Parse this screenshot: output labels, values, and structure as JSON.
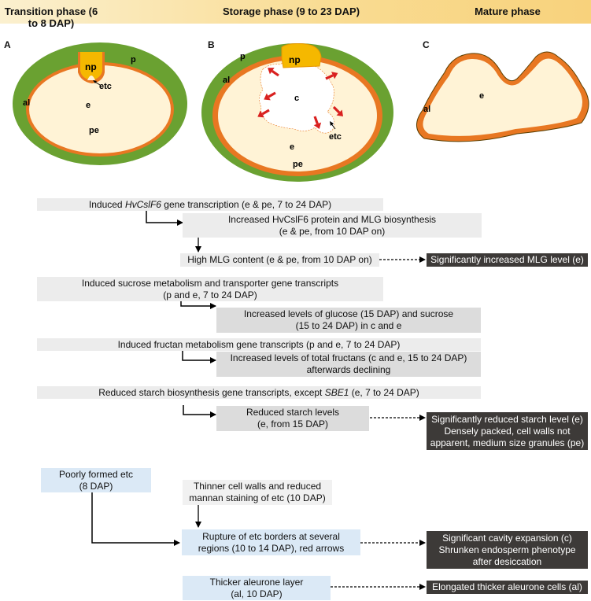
{
  "phases": [
    {
      "label": "Transition phase (6 to 8 DAP)"
    },
    {
      "label": "Storage phase (9 to 23 DAP)"
    },
    {
      "label": "Mature phase"
    }
  ],
  "panels": {
    "A": {
      "letter": "A",
      "labels": {
        "np": "np",
        "p": "p",
        "etc": "etc",
        "al": "al",
        "e": "e",
        "pe": "pe"
      }
    },
    "B": {
      "letter": "B",
      "labels": {
        "np": "np",
        "p": "p",
        "al": "al",
        "c": "c",
        "etc": "etc",
        "e": "e",
        "pe": "pe"
      }
    },
    "C": {
      "letter": "C",
      "labels": {
        "e": "e",
        "al": "al"
      }
    }
  },
  "colors": {
    "pericarp": "#6aa131",
    "aleurone": "#e87722",
    "endosperm": "#fff3d6",
    "nucellar": "#f5b800",
    "arrow": "#d9201f"
  },
  "boxes": {
    "b1_pre": "Induced ",
    "b1_em": "HvCslF6",
    "b1_post": " gene transcription (e & pe, 7 to 24 DAP)",
    "b2_l1": "Increased HvCslF6 protein and MLG biosynthesis",
    "b2_l2": "(e & pe, from 10 DAP on)",
    "b3": "High MLG content (e & pe, from 10 DAP on)",
    "r1": "Significantly increased MLG level (e)",
    "b4_l1": "Induced sucrose metabolism and transporter gene transcripts",
    "b4_l2": "(p and e, 7 to 24 DAP)",
    "b5_l1": "Increased levels of glucose (15 DAP) and sucrose",
    "b5_l2": "(15 to 24 DAP) in c and e",
    "b6": "Induced fructan metabolism gene transcripts (p and e, 7 to 24 DAP)",
    "b7_l1": "Increased levels of total fructans (c and e, 15 to 24 DAP)",
    "b7_l2": "afterwards declining",
    "b8_pre": "Reduced starch biosynthesis gene transcripts, except ",
    "b8_em": "SBE1",
    "b8_post": "  (e, 7 to 24 DAP)",
    "b9_l1": "Reduced starch levels",
    "b9_l2": "(e, from 15 DAP)",
    "r2_l1": "Significantly reduced starch level (e)",
    "r2_l2": "Densely packed, cell walls not",
    "r2_l3": "apparent, medium size granules (pe)",
    "b10_l1": "Poorly formed etc",
    "b10_l2": "(8 DAP)",
    "b11_l1": "Thinner cell walls and reduced",
    "b11_l2": "mannan staining of  etc (10 DAP)",
    "b12_l1": "Rupture of etc borders at several",
    "b12_l2": "regions (10 to 14 DAP), red arrows",
    "r3_l1": "Significant cavity expansion (c)",
    "r3_l2": "Shrunken endosperm phenotype",
    "r3_l3": "after desiccation",
    "b13_l1": "Thicker aleurone layer",
    "b13_l2": "(al, 10 DAP)",
    "r4": "Elongated thicker aleurone cells (al)"
  }
}
